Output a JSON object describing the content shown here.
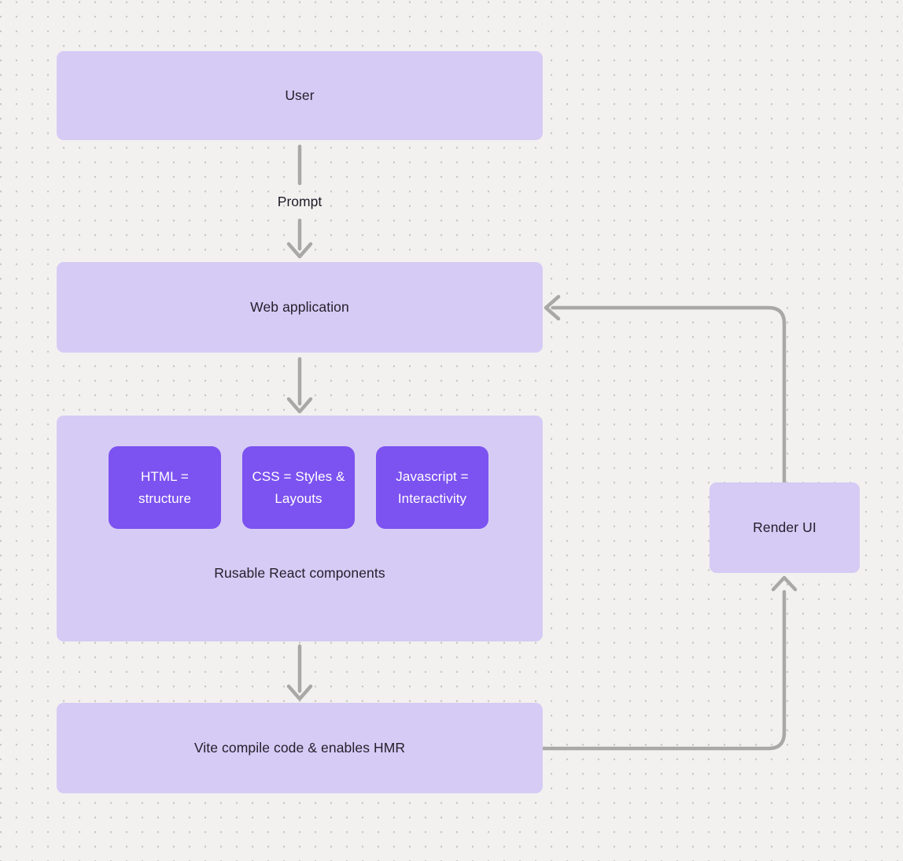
{
  "diagram": {
    "nodes": {
      "user": {
        "label": "User"
      },
      "web_application": {
        "label": "Web application"
      },
      "components_group": {
        "label": "Rusable React components",
        "children": [
          {
            "label": "HTML = structure"
          },
          {
            "label": "CSS = Styles & Layouts"
          },
          {
            "label": "Javascript = Interactivity"
          }
        ]
      },
      "vite": {
        "label": "Vite compile code & enables HMR"
      },
      "render_ui": {
        "label": "Render UI"
      }
    },
    "edges": {
      "user_to_webapp": {
        "from": "user",
        "to": "web_application",
        "label": "Prompt"
      },
      "webapp_to_components": {
        "from": "web_application",
        "to": "components_group",
        "label": ""
      },
      "components_to_vite": {
        "from": "components_group",
        "to": "vite",
        "label": ""
      },
      "vite_to_render": {
        "from": "vite",
        "to": "render_ui",
        "label": ""
      },
      "render_to_webapp": {
        "from": "render_ui",
        "to": "web_application",
        "label": ""
      }
    },
    "colors": {
      "background": "#f2f1ef",
      "grid_dot": "#c8c5c2",
      "node_fill": "#d6cbf5",
      "accent_fill": "#7c52f0",
      "connector": "#a9a8a6",
      "text_dark": "#24202c",
      "text_light": "#ffffff"
    }
  }
}
